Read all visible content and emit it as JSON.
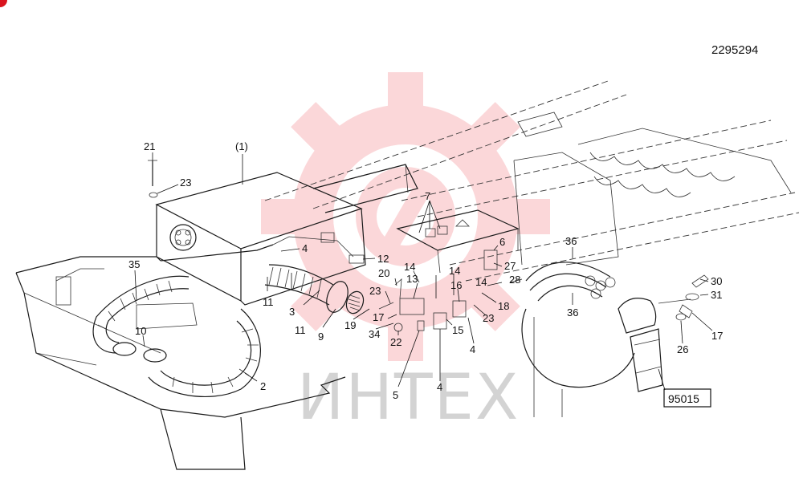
{
  "drawing_number": "2295294",
  "kit_number": "95015",
  "watermark_text": "ИНТЕХ",
  "colors": {
    "watermark": "#f0636b",
    "corner_mark": "#d9141e",
    "line": "#1a1a1a"
  },
  "callouts": {
    "c21": "21",
    "c23a": "23",
    "c1": "(1)",
    "c4a": "4",
    "c12": "12",
    "c35": "35",
    "c7": "7",
    "c6": "6",
    "c27": "27",
    "c36a": "36",
    "c36b": "36",
    "c14a": "14",
    "c14b": "14",
    "c14c": "14",
    "c20": "20",
    "c13": "13",
    "c16": "16",
    "c28": "28",
    "c11a": "11",
    "c3": "3",
    "c11b": "11",
    "c9": "9",
    "c19": "19",
    "c23b": "23",
    "c17a": "17",
    "c34": "34",
    "c22": "22",
    "c15": "15",
    "c18": "18",
    "c23c": "23",
    "c4b": "4",
    "c10": "10",
    "c2": "2",
    "c5": "5",
    "c4c": "4",
    "c30": "30",
    "c31": "31",
    "c17b": "17",
    "c26": "26"
  }
}
